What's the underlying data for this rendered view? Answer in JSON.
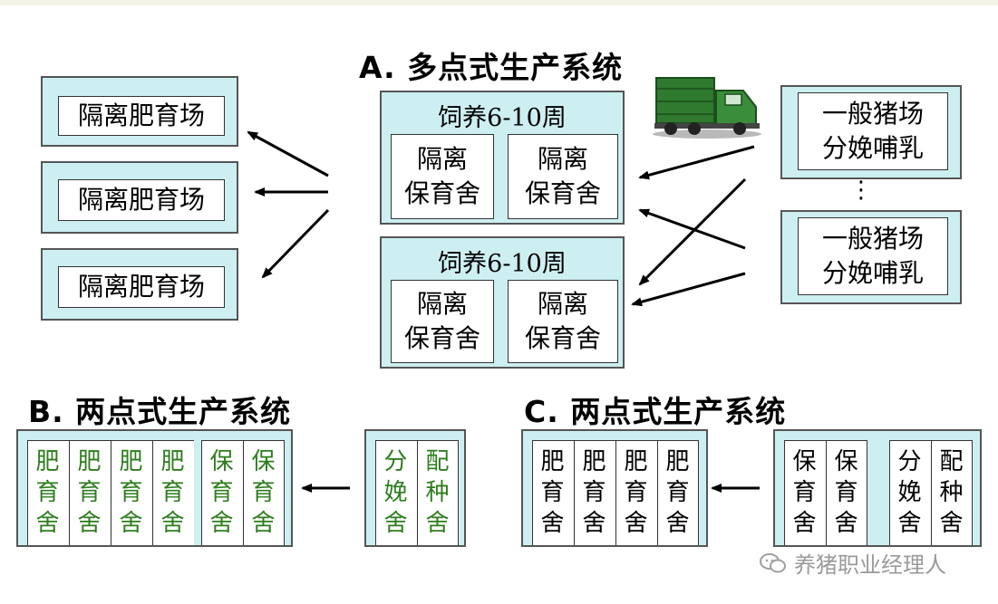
{
  "section_a": {
    "title": "A. 多点式生产系统",
    "left_farms": [
      "隔离肥育场",
      "隔离肥育场",
      "隔离肥育场"
    ],
    "center_units": [
      {
        "caption": "饲养6-10周",
        "houses": [
          "隔离\n保育舍",
          "隔离\n保育舍"
        ]
      },
      {
        "caption": "饲养6-10周",
        "houses": [
          "隔离\n保育舍",
          "隔离\n保育舍"
        ]
      }
    ],
    "right_farms": [
      "一般猪场\n分娩哺乳",
      "一般猪场\n分娩哺乳"
    ],
    "ellipsis": "⋮",
    "truck_icon": "truck-icon"
  },
  "section_b": {
    "title": "B. 两点式生产系统",
    "left_columns": [
      "肥育舍",
      "肥育舍",
      "肥育舍",
      "肥育舍",
      "保育舍",
      "保育舍"
    ],
    "right_columns": [
      "分娩舍",
      "配种舍"
    ],
    "text_color": "#2e7d1e"
  },
  "section_c": {
    "title": "C. 两点式生产系统",
    "left_columns": [
      "肥育舍",
      "肥育舍",
      "肥育舍",
      "肥育舍"
    ],
    "right_columns": [
      "保育舍",
      "保育舍",
      "分娩舍",
      "配种舍"
    ]
  },
  "watermark": {
    "text": "养猪职业经理人"
  },
  "colors": {
    "teal_fill": "#cdeff2",
    "truck_green": "#2f7a2f",
    "green_text": "#2e7d1e"
  }
}
